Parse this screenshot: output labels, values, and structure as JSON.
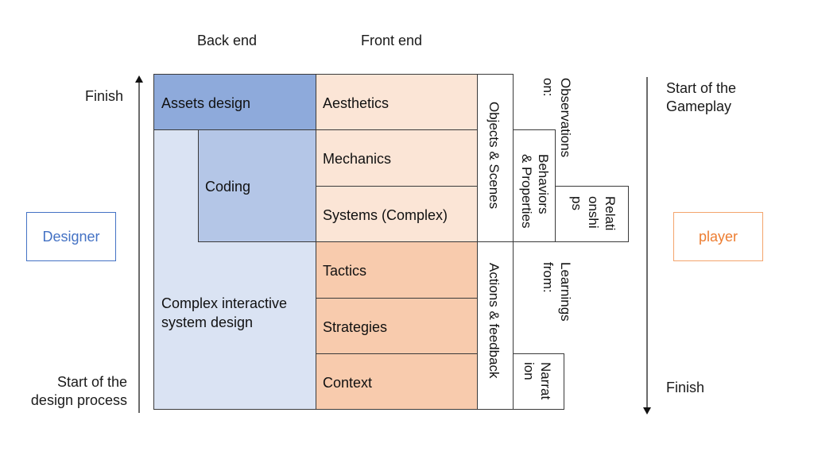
{
  "headers": {
    "back_end": "Back end",
    "front_end": "Front end"
  },
  "left_axis": {
    "top_label": "Finish",
    "bottom_label_line1": "Start of the",
    "bottom_label_line2": "design process",
    "direction": "up",
    "role": "Designer"
  },
  "right_axis": {
    "top_label_line1": "Start of the",
    "top_label_line2": "Gameplay",
    "bottom_label": "Finish",
    "direction": "down",
    "role": "player"
  },
  "back_end_blocks": {
    "assets_design": "Assets design",
    "coding": "Coding",
    "complex_design_line1": "Complex interactive",
    "complex_design_line2": "system design"
  },
  "front_end_blocks": [
    "Aesthetics",
    "Mechanics",
    "Systems (Complex)",
    "Tactics",
    "Strategies",
    "Context"
  ],
  "player_side": {
    "objects_scenes": "Objects & Scenes",
    "actions_feedback": "Actions & feedback",
    "observations_on": "Observations\non:",
    "behaviors_properties": "Behaviors\n& Properties",
    "relationships": "Relati\nonshi\nps",
    "learnings_from": "Learnings\nfrom:",
    "narration": "Narrat\nion"
  },
  "colors": {
    "assets_fill": "#8eaadb",
    "coding_fill": "#b4c6e7",
    "complex_fill": "#dae3f3",
    "front_light_fill": "#fbe5d6",
    "front_dark_fill": "#f8cbad",
    "designer_accent": "#4472c4",
    "player_accent": "#ed7d31"
  }
}
